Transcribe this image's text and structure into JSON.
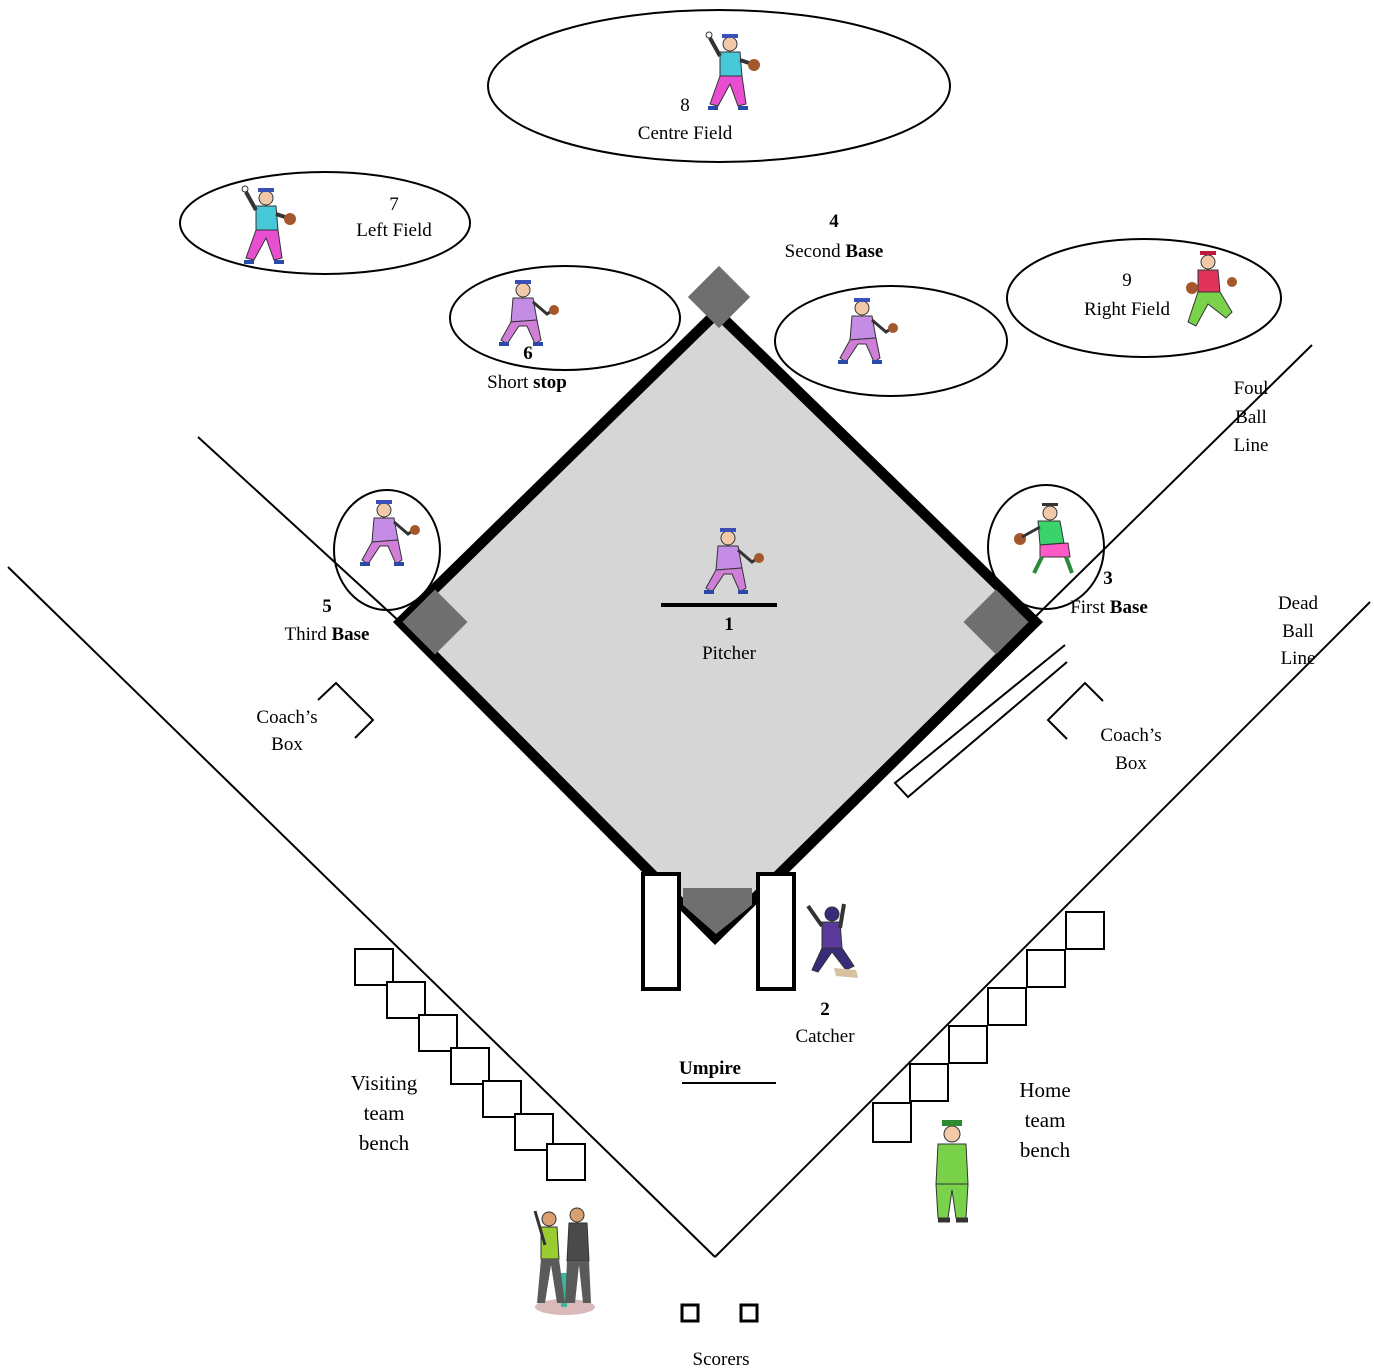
{
  "positions": {
    "pitcher": {
      "number": "1",
      "name": "Pitcher"
    },
    "catcher": {
      "number": "2",
      "name": "Catcher"
    },
    "first_base": {
      "number": "3",
      "name_plain": "First ",
      "name_bold": "Base"
    },
    "second_base": {
      "number": "4",
      "name_plain": "Second ",
      "name_bold": "Base"
    },
    "third_base": {
      "number": "5",
      "name_plain": "Third ",
      "name_bold": "Base"
    },
    "short_stop": {
      "number": "6",
      "name_plain": "Short ",
      "name_bold": "stop"
    },
    "left_field": {
      "number": "7",
      "name": "Left Field"
    },
    "centre_field": {
      "number": "8",
      "name": "Centre Field"
    },
    "right_field": {
      "number": "9",
      "name": "Right Field"
    }
  },
  "lines": {
    "foul_ball": [
      "Foul",
      "Ball",
      "Line"
    ],
    "dead_ball": [
      "Dead",
      "Ball",
      "Line"
    ]
  },
  "coach_box": {
    "line1": "Coach’s",
    "line2": "Box"
  },
  "umpire": "Umpire",
  "visiting_bench": [
    "Visiting",
    "team",
    "bench"
  ],
  "home_bench": [
    "Home",
    "team",
    "bench"
  ],
  "scorers": "Scorers",
  "colors": {
    "infield": "#d6d6d6",
    "base": "#6f6f6f",
    "player_shirt": "#c58ce6",
    "player_pants": "#d07fd8",
    "fielder_shirt": "#46c8d8",
    "fielder_pants": "#e84fd0",
    "green": "#7ad24a"
  }
}
